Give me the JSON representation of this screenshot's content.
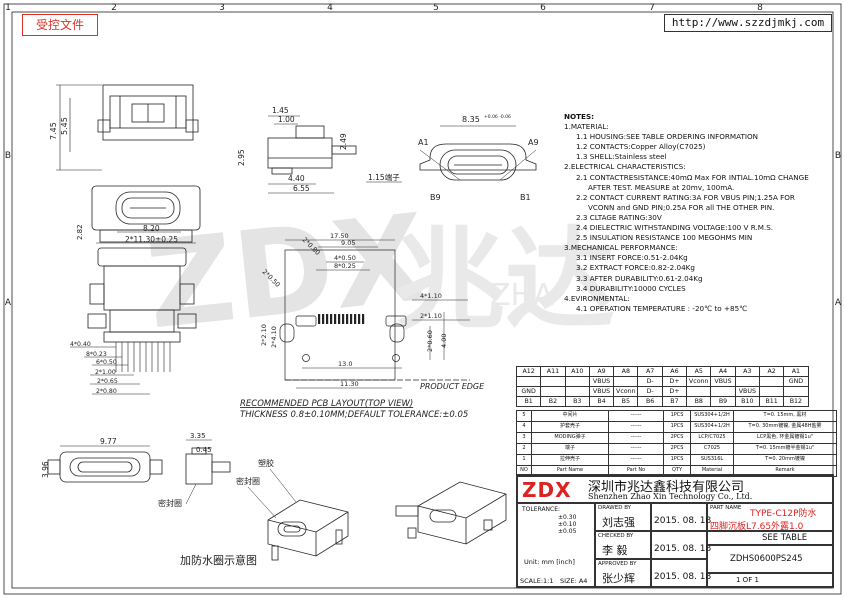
{
  "header": {
    "stamp": "受控文件",
    "url": "http://www.szzdjmkj.com"
  },
  "frame": {
    "top_numbers": [
      "1",
      "2",
      "3",
      "4",
      "5",
      "6",
      "7",
      "8"
    ],
    "side_letters": [
      "B",
      "A",
      "A",
      "B"
    ]
  },
  "watermark": {
    "logo": "ZDX",
    "chinese": "兆达",
    "latin": "ZHA"
  },
  "dims": {
    "d_7_45": "7.45",
    "d_5_45": "5.45",
    "d_2_82": "2.82",
    "d_8_20": "8.20",
    "d_2x11_30": "2*11.30±0.25",
    "d_1_45": "1.45",
    "d_1_00": "1.00",
    "d_2_95": "2.95",
    "d_2_49": "2.49",
    "d_4_40": "4.40",
    "d_6_55": "6.55",
    "d_1_15": "1.15端子",
    "d_8_35": "8.35",
    "d_8_35_tol": "+0.06 -0.06",
    "a1": "A1",
    "a9": "A9",
    "b9": "B9",
    "b1": "B1",
    "d_17_50": "17.50",
    "d_9_05": "9.05",
    "d_4x0_50": "4*0.50",
    "d_8x0_25": "8*0.25",
    "d_2x0_80": "2*0.80",
    "d_2x0_50": "2*0.50",
    "d_4x1_10": "4*1.10",
    "d_2x1_10": "2*1.10",
    "d_4_00": "4.00",
    "d_2x0_60": "2*0.60",
    "d_2x4_10": "2*4.10",
    "d_13_0": "13.0",
    "d_11_30": "11.30",
    "d_2x2_10": "2*2.10",
    "left_4x0_40": "4*0.40",
    "left_8x0_23": "8*0.23",
    "left_6x0_50": "6*0.50",
    "left_2x1_00": "2*1.00",
    "left_2x0_65": "2*0.65",
    "left_2x0_80": "2*0.80",
    "d_9_77": "9.77",
    "d_3_96": "3.96",
    "d_3_35": "3.35",
    "d_0_45": "0.45"
  },
  "labels": {
    "product_edge": "PRODUCT EDGE",
    "pcb_layout": "RECOMMENDED PCB LAYOUT(TOP VIEW)",
    "thickness": "THICKNESS 0.8±0.10MM;DEFAULT TOLERANCE:±0.05",
    "seal_ring_1": "密封圈",
    "seal_ring_2": "密封圈",
    "plastic": "塑胶",
    "waterproof_caption": "加防水圈示意图"
  },
  "notes": [
    "NOTES:",
    "1.MATERIAL:",
    "1.1 HOUSING:SEE TABLE ORDERING INFORMATION",
    "1.2 CONTACTS:Copper Alloy(C7025)",
    "1.3 SHELL:Stainless steel",
    "2.ELECTRICAL CHARACTERISTICS:",
    "2.1 CONTACTRESISTANCE:40mΩ Max FOR INTIAL.10mΩ CHANGE",
    "AFTER TEST. MEASURE at 20mv, 100mA.",
    "2.2 CONTACT CURRENT RATING:3A FOR VBUS PIN;1.25A FOR",
    "VCONN and GND PIN;0.25A FOR all THE OTHER PIN.",
    "2.3 CLTAGE RATING:30V",
    "2.4 DIELECTRIC WITHSTANDING VOLTAGE:100 V R.M.S.",
    "2.5 INSULATION RESISTANCE 100 MEGOHMS MIN",
    "3.MECHANICAL PERFORMANCE:",
    "3.1 INSERT FORCE:0.51-2.04Kg",
    "3.2 EXTRACT FORCE:0.82-2.04Kg",
    "3.3 AFTER DURABILITY:0.61-2.04Kg",
    "3.4 DURABILITY:10000 CYCLES",
    "4.EVIRONMENTAL:",
    "4.1 OPERATION TEMPERATURE : -20℃ to +85℃"
  ],
  "pin_table": {
    "row1": [
      "A12",
      "A11",
      "A10",
      "A9",
      "A8",
      "A7",
      "A6",
      "A5",
      "A4",
      "A3",
      "A2",
      "A1"
    ],
    "row2": [
      "",
      "",
      "",
      "VBUS",
      "",
      "D-",
      "D+",
      "Vconn",
      "VBUS",
      "",
      "",
      "GND"
    ],
    "row3": [
      "GND",
      "",
      "",
      "VBUS",
      "Vconn",
      "D-",
      "D+",
      "",
      "",
      "VBUS",
      "",
      ""
    ],
    "row4": [
      "B1",
      "B2",
      "B3",
      "B4",
      "B5",
      "B6",
      "B7",
      "B8",
      "B9",
      "B10",
      "B11",
      "B12"
    ]
  },
  "bom": [
    [
      "5",
      "中间片",
      "------",
      "1PCS",
      "SUS304+1/2H",
      "T=0. 15mm, 黑材"
    ],
    [
      "4",
      "护套壳子",
      "------",
      "1PCS",
      "SUS304+1/2H",
      "T=0. 30mm镀镍, 金属48H盐雾"
    ],
    [
      "3",
      "MODING弹子",
      "------",
      "2PCS",
      "LCP/C7025",
      "LCP黑色, 环金属镀锡1u\""
    ],
    [
      "2",
      "端子",
      "------",
      "2PCS",
      "C7025",
      "T=0. 15mm镀半金锡1u\""
    ],
    [
      "1",
      "拉伸壳子",
      "------",
      "1PCS",
      "SUS316L",
      "T=0. 20mm镀镍"
    ],
    [
      "NO",
      "Part Name",
      "Part No",
      "QTY",
      "Material",
      "Remark"
    ]
  ],
  "title_block": {
    "logo": "ZDX",
    "company_cn": "深圳市兆达鑫科技有限公司",
    "company_en": "Shenzhen Zhao Xin Technology Co., Ltd.",
    "drawed_by_label": "DRAWED BY",
    "drawed_by": "刘志强",
    "drawed_date": "2015. 08. 18",
    "checked_by_label": "CHECKED BY",
    "checked_by": "李  毅",
    "checked_date": "2015. 08. 18",
    "approved_by_label": "APPROVED BY",
    "approved_by": "张少辉",
    "approved_date": "2015. 08. 18",
    "part_label": "PART NAME",
    "part_name_1": "TYPE-C12P防水",
    "part_name_2": "四脚沉板L7.65外露1.0",
    "see_table": "SEE TABLE",
    "part_no": "ZDHS0600PS245",
    "sheet": "1 OF 1",
    "tolerance_label": "TOLERANCE:",
    "tol_values": [
      "±0.30",
      "±0.10",
      "±0.05"
    ],
    "unit": "Unit:  mm [inch]",
    "scale": "SCALE:1:1",
    "size": "SIZE: A4"
  }
}
